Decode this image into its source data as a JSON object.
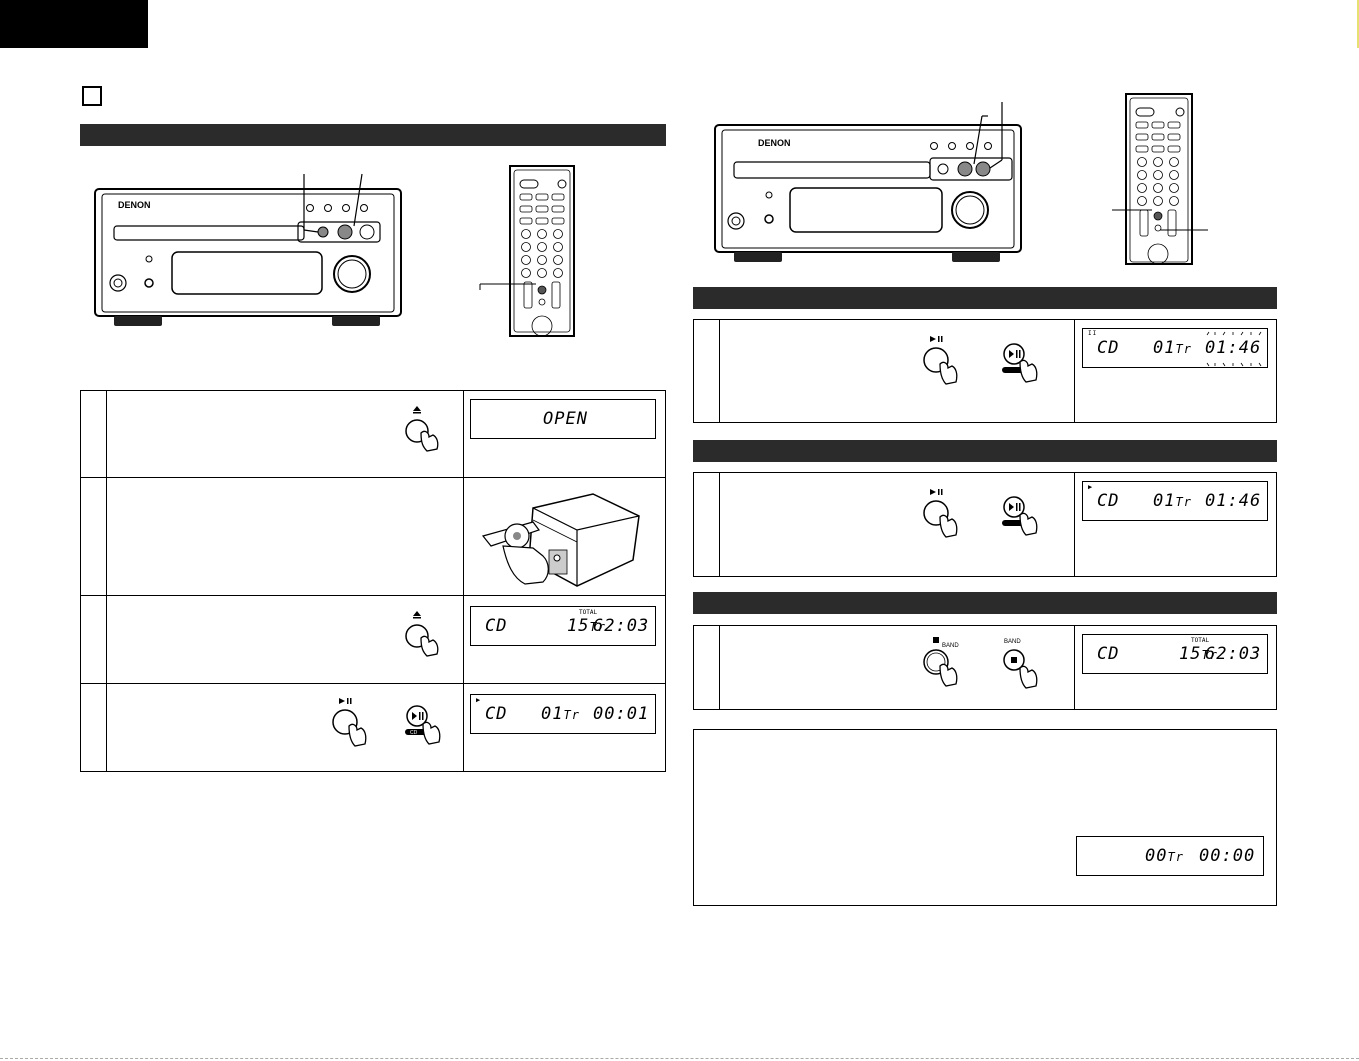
{
  "brand": "DENON",
  "lcd": {
    "open": "OPEN",
    "total": {
      "source": "CD",
      "track": "15",
      "tr_suffix": "Tr",
      "time": "62:03",
      "total_label": "TOTAL"
    },
    "play_start": {
      "indicator": "▶",
      "source": "CD",
      "track": "01",
      "tr_suffix": "Tr",
      "time": "00:01"
    },
    "pause": {
      "indicator": "II",
      "source": "CD",
      "track": "01",
      "tr_suffix": "Tr",
      "time": "01:46"
    },
    "resume": {
      "indicator": "▶",
      "source": "CD",
      "track": "01",
      "tr_suffix": "Tr",
      "time": "01:46"
    },
    "stop": {
      "source": "CD",
      "track": "15",
      "tr_suffix": "Tr",
      "time": "62:03",
      "total_label": "TOTAL"
    },
    "no_disc": {
      "track": "00",
      "tr_suffix": "Tr",
      "time": "00:00"
    }
  },
  "button_labels": {
    "band": "BAND",
    "cd": "CD"
  }
}
